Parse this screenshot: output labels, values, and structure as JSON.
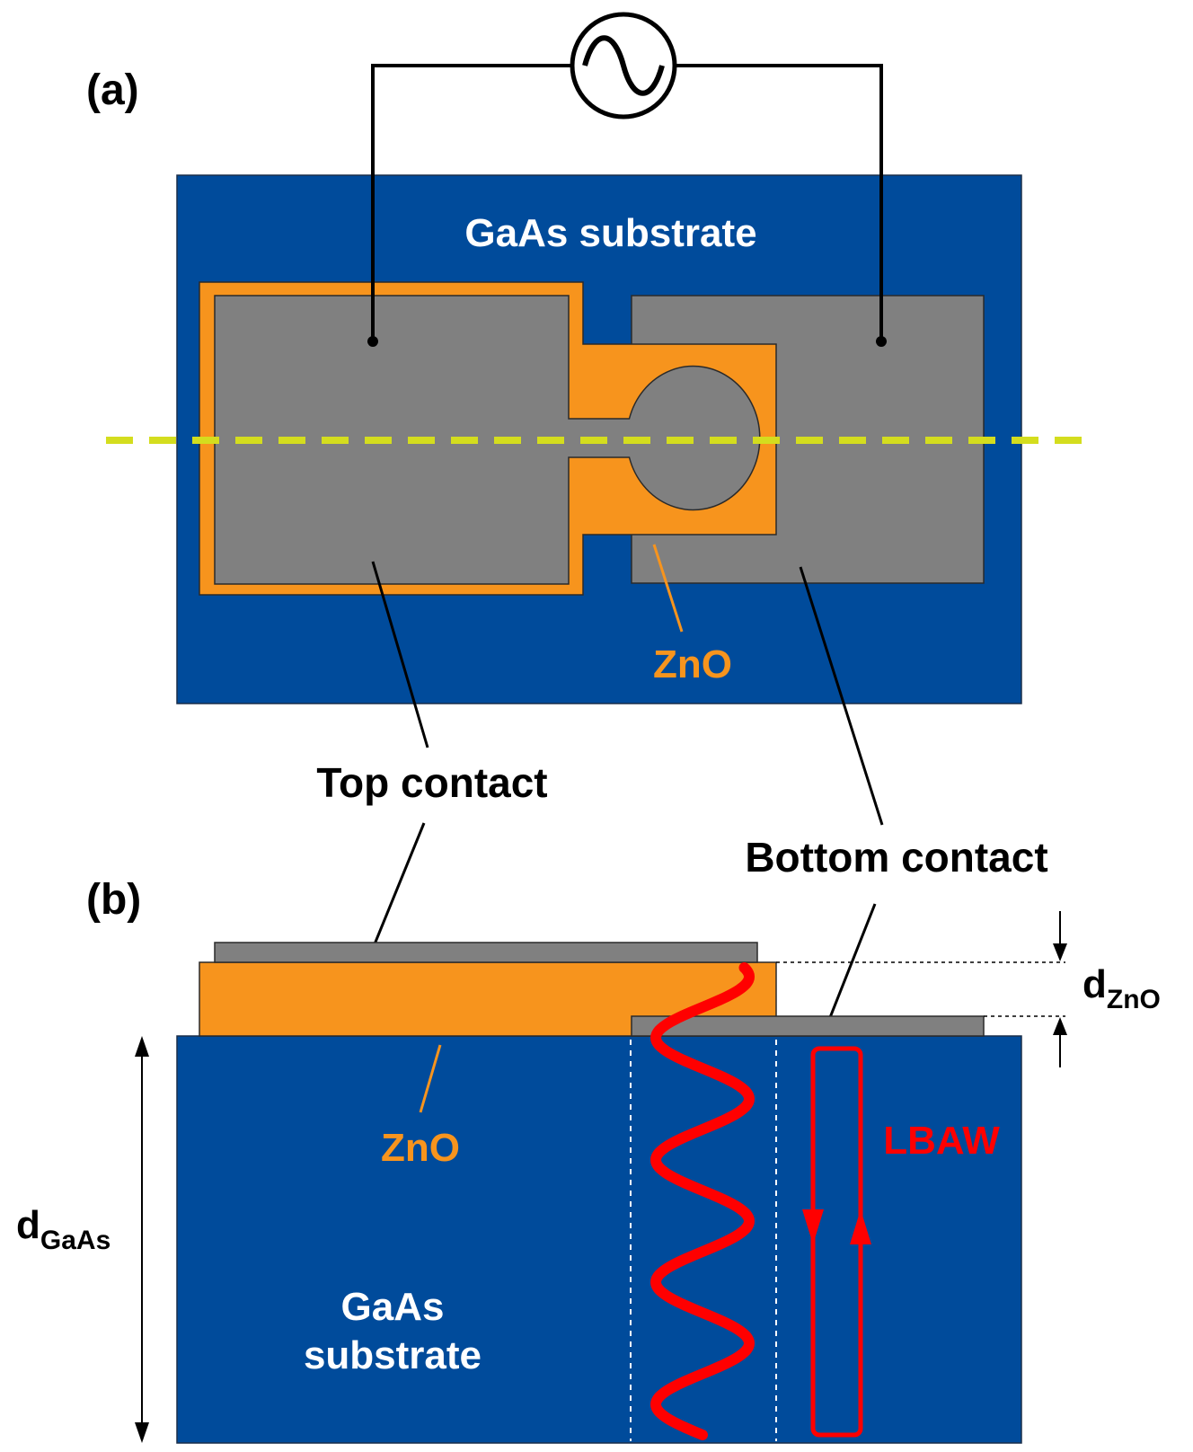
{
  "panel_a": {
    "label": "(a)",
    "substrate_label": "GaAs substrate",
    "zno_label": "ZnO"
  },
  "panel_b": {
    "label": "(b)",
    "zno_label": "ZnO",
    "substrate_label_line1": "GaAs",
    "substrate_label_line2": "substrate",
    "lbaw_label": "LBAW",
    "d_gaas": {
      "main": "d",
      "sub": "GaAs"
    },
    "d_zno": {
      "main": "d",
      "sub": "ZnO"
    }
  },
  "callouts": {
    "top_contact": "Top contact",
    "bottom_contact": "Bottom contact"
  },
  "colors": {
    "substrate": "#004b9b",
    "contact": "#808080",
    "zno": "#f7941d",
    "wave": "#ff0000",
    "cut_line": "#d4dd1e"
  },
  "source_icon": "ac-source-icon"
}
